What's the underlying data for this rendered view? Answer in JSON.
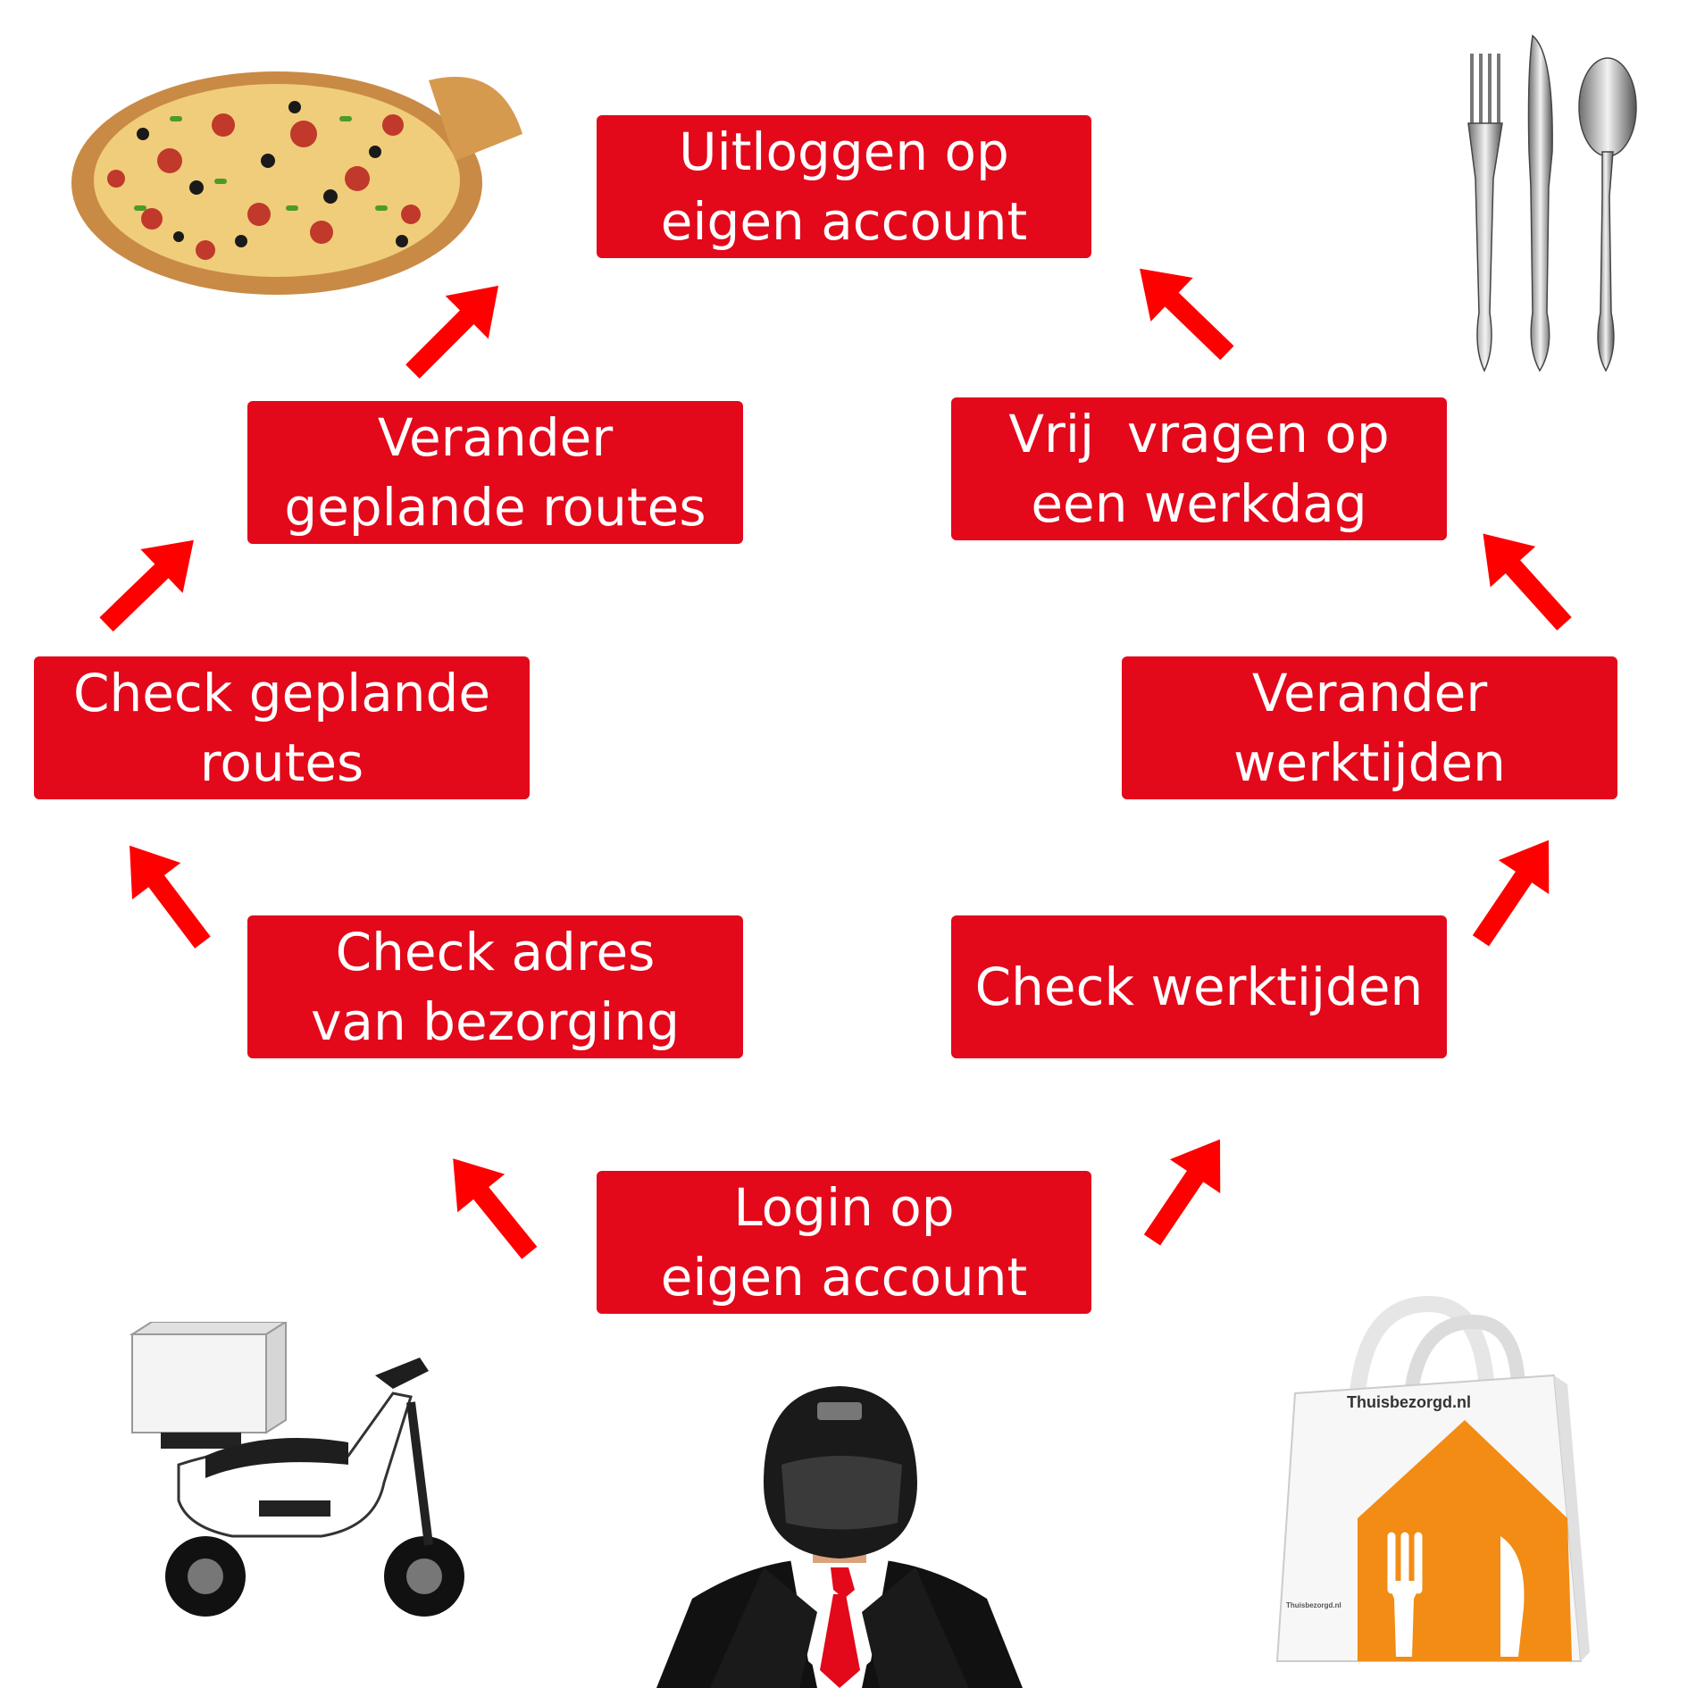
{
  "colors": {
    "box": "#e3081a",
    "arrow": "#ff0000",
    "text": "#ffffff"
  },
  "steps": {
    "logout": {
      "line1": "Uitloggen op",
      "line2": "eigen account"
    },
    "change_routes": {
      "line1": "Verander",
      "line2": "geplande routes"
    },
    "request_day_off": {
      "line1": "Vrij  vragen op",
      "line2": "een werkdag"
    },
    "check_routes": {
      "line1": "Check geplande",
      "line2": "routes"
    },
    "change_hours": {
      "line1": "Verander",
      "line2": "werktijden"
    },
    "check_address": {
      "line1": "Check adres",
      "line2": "van bezorging"
    },
    "check_hours": {
      "line1": "Check werktijden"
    },
    "login": {
      "line1": "Login op",
      "line2": "eigen account"
    }
  },
  "illustrations": {
    "pizza": "pizza-icon",
    "cutlery": "cutlery-icon",
    "scooter": "scooter-icon",
    "courier": "courier-icon",
    "bag": "delivery-bag-icon",
    "bag_brand": "Thuisbezorgd.nl",
    "bag_brand_small": "Thuisbezorgd.nl"
  }
}
